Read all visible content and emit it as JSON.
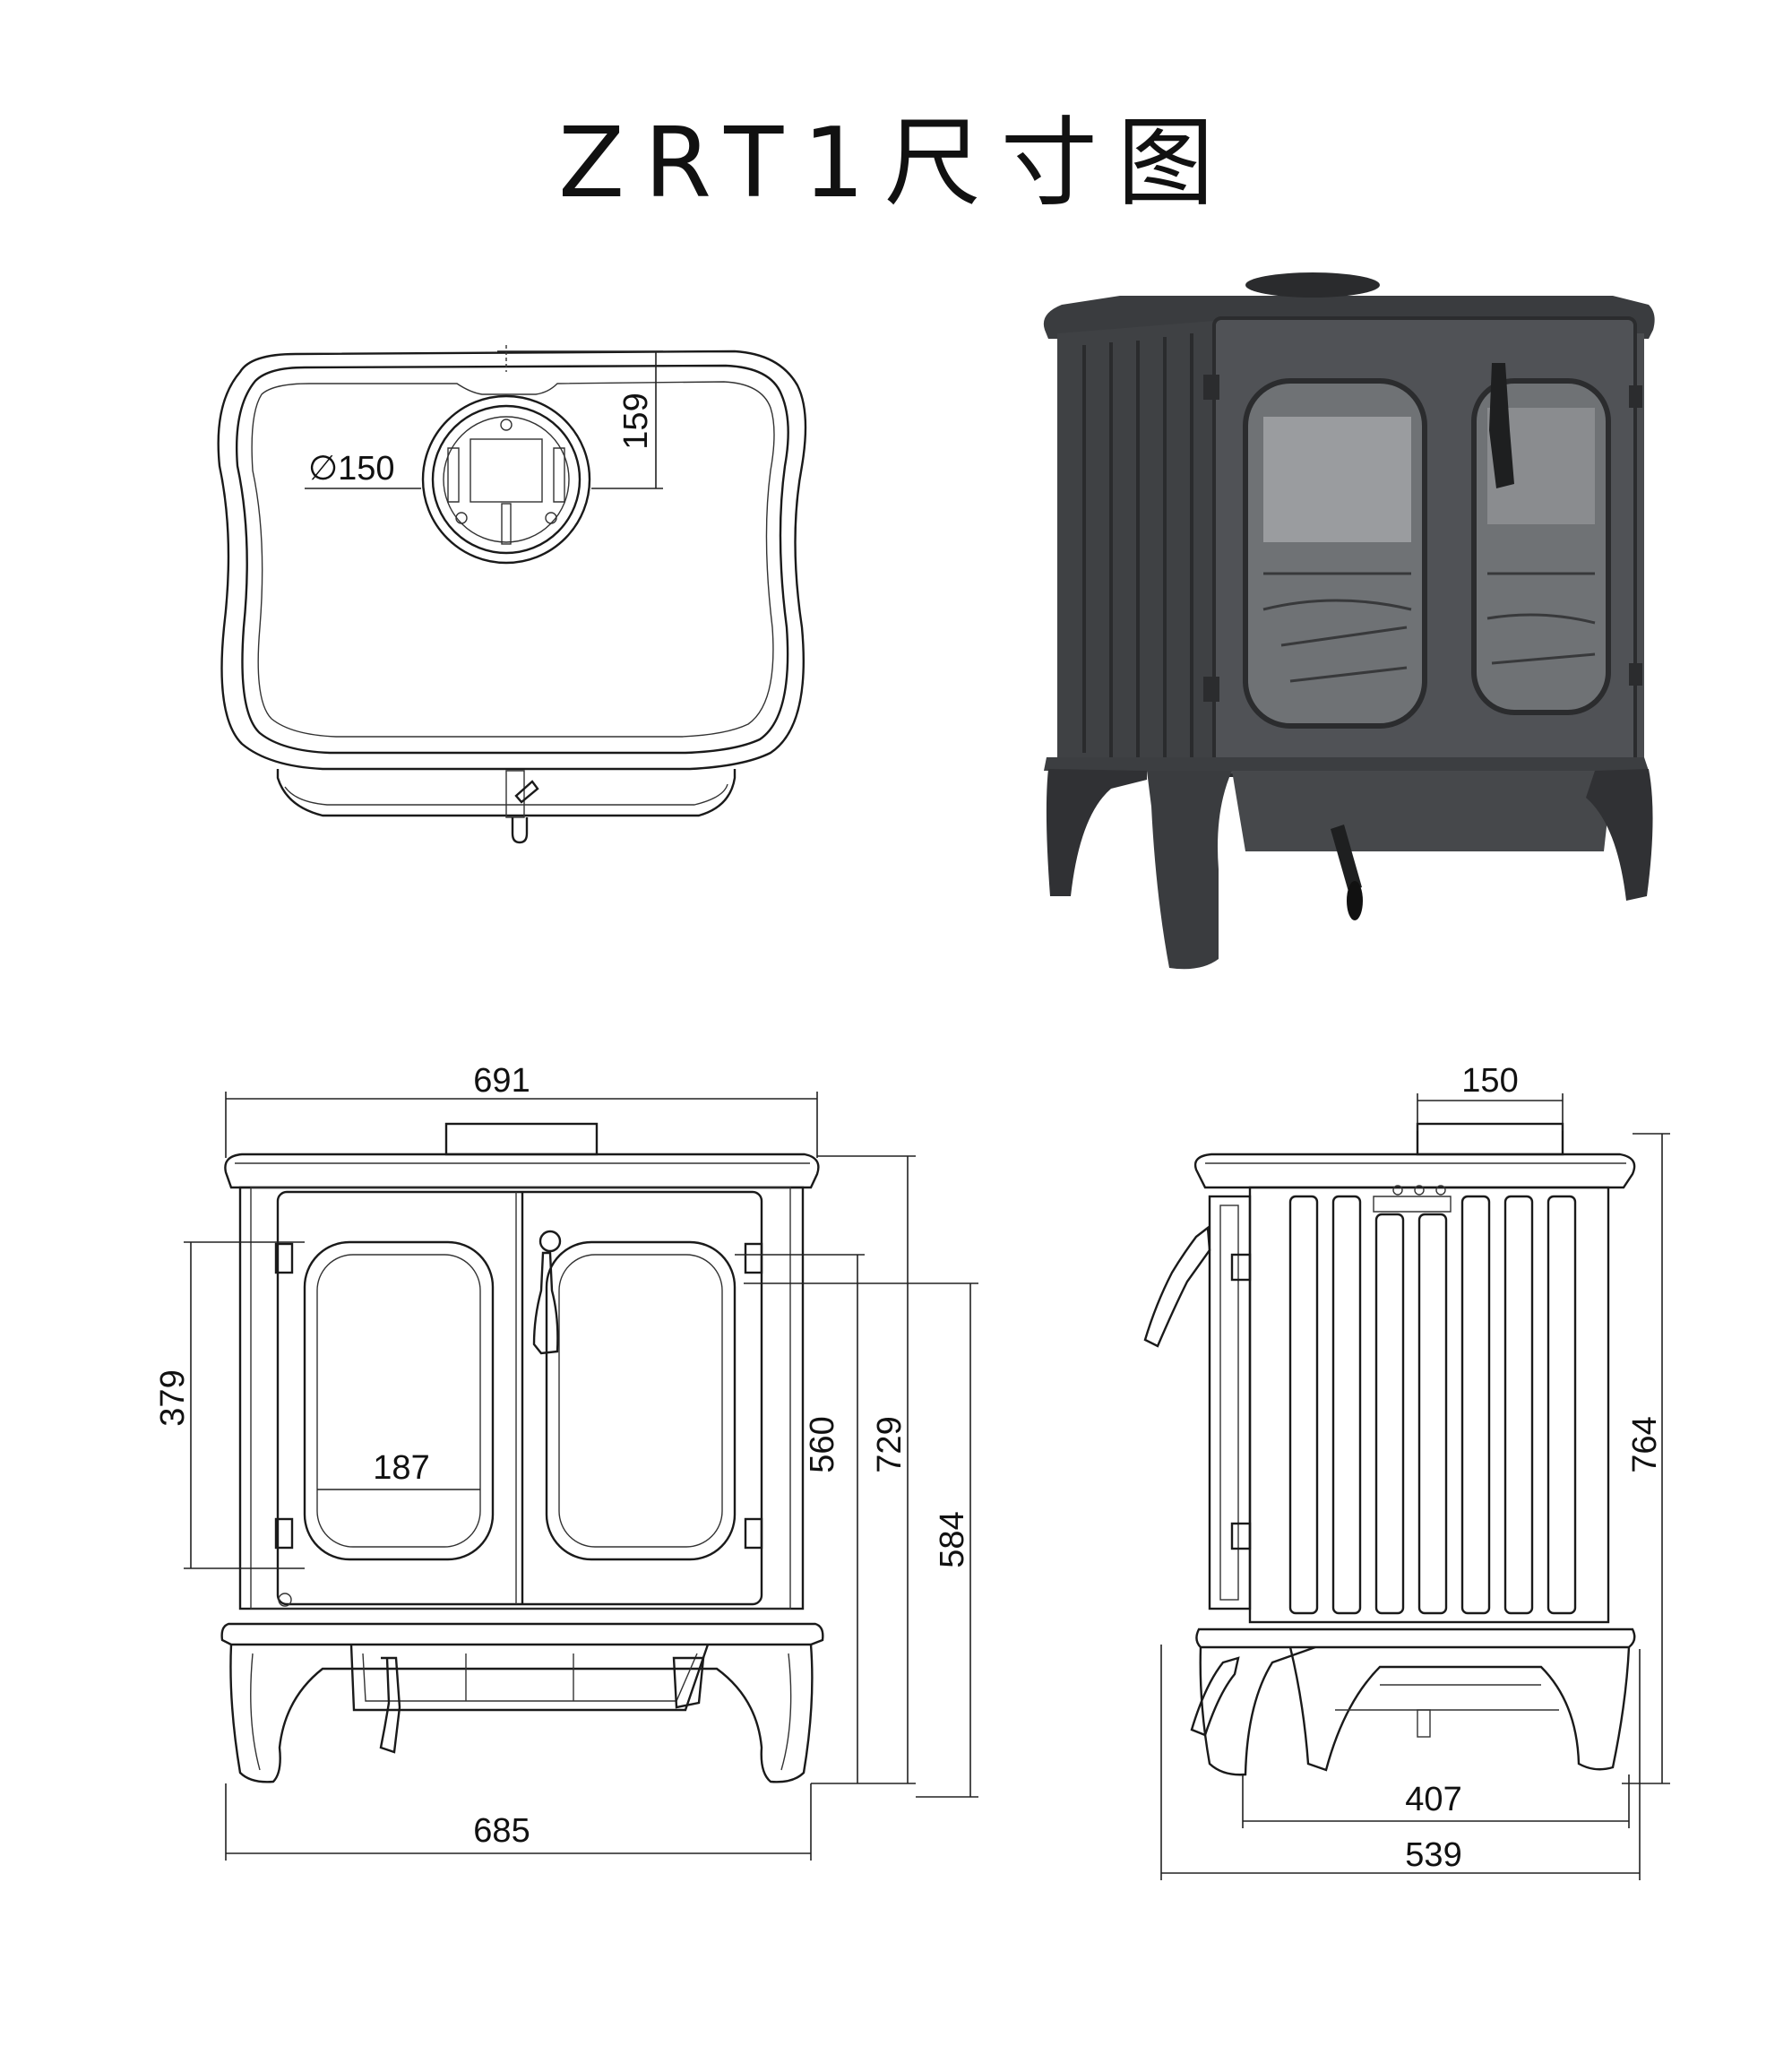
{
  "title": "ZRT1尺寸图",
  "top_view": {
    "diameter_label": "∅150",
    "flue_offset": "159"
  },
  "front_view": {
    "overall_width": "691",
    "base_width": "685",
    "door_height": "379",
    "glass_width": "187",
    "h560": "560",
    "h729": "729",
    "h584": "584"
  },
  "side_view": {
    "flue_width": "150",
    "height": "764",
    "leg_span": "407",
    "depth": "539"
  },
  "colors": {
    "line": "#1a1a1a",
    "stove_body": "#4a4c4f",
    "stove_dark": "#2b2c2e",
    "glass": "#6f7275"
  }
}
